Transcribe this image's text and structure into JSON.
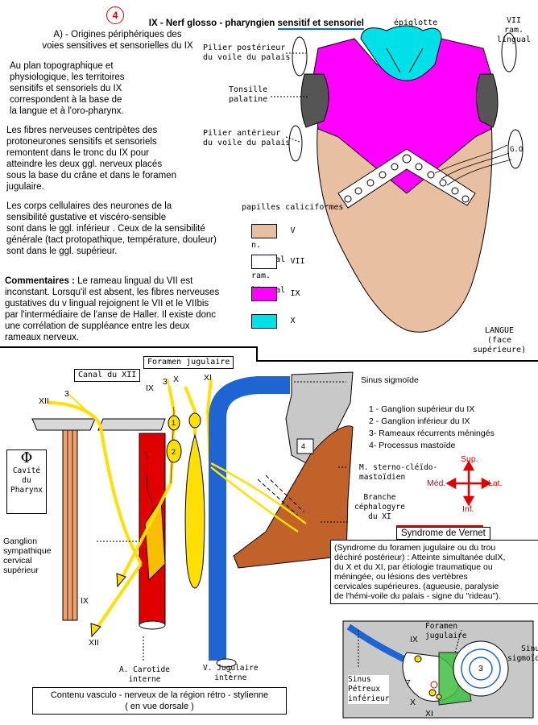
{
  "header": {
    "number": "4",
    "title_prefix": "IX - Nerf glosso - pharyngien ",
    "title_underlined": "sensitif et sensoriel"
  },
  "text_blocks": {
    "section_a": "A) - Origines périphériques  des\nvoies sensitives et sensorielles du IX",
    "p1": "Au plan topographique  et\nphysiologique, les territoires\nsensitifs et sensoriels du IX\ncorrespondent  à la base de\nla langue  et à l'oro-pharynx.",
    "p2": "Les fibres nerveuses centripètes des\nprotoneurones sensitifs et sensoriels\nremontent dans le tronc du IX pour\natteindre les deux ggl. nerveux placés\nsous la base du crâne et dans le foramen\njugulaire.",
    "p3": "Les corps cellulaires des neurones de la\nsensibilité gustative et viscéro-sensible\nsont dans le ggl. inférieur .  Ceux de la sensibilité\ngénérale (tact protopathique, température, douleur)\nsont dans le ggl. supérieur.",
    "comment_label": "Commentaires :",
    "comment": "  Le rameau lingual du VII est\ninconstant. Lorsqu'il est absent, les fibres nerveuses\ngustatives du v  lingual rejoignent le VII et le VIIbis\npar l'intermédiaire de l'anse de Haller.  Il existe donc\nune corrélation de suppléance entre  les deux\nrameaux nerveux."
  },
  "tongue_labels": {
    "epiglotte": "épiglotte",
    "vii_ram": "VII\nram. lingual",
    "pilier_post": "Pilier postérieur\ndu voile du palais",
    "tonsille": "Tonsille\npalatine",
    "pilier_ant": "Pilier antérieur\ndu voile du palais",
    "go": "G.O",
    "papilles": "papilles caliciformes",
    "langue": "LANGUE\n(face supérieure)"
  },
  "legend": [
    {
      "label": "V n. lingual",
      "color": "#e8bfa0"
    },
    {
      "label": "VII ram. lingual",
      "color": "#ffffff"
    },
    {
      "label": "IX",
      "color": "#ff00ff"
    },
    {
      "label": "X",
      "color": "#00e0e8"
    }
  ],
  "bottom": {
    "foramen": "Foramen jugulaire",
    "canal": "Canal du XII",
    "sinus": "Sinus sigmoïde",
    "numbered": [
      "1 - Ganglion supérieur du IX",
      "2 - Ganglion inférieur du IX",
      "3- Rameaux récurrents méningés",
      "4- Processus mastoïde"
    ],
    "nerve_xii": "XII",
    "nerve_ix": "IX",
    "nerve_x": "X",
    "nerve_xi": "XI",
    "n3a": "3",
    "n3b": "3",
    "n1": "1",
    "n2": "2",
    "n4": "4",
    "cavite_symbol": "Φ",
    "cavite": "Cavité\ndu\nPharynx",
    "ganglion": "Ganglion\nsympathique\ncervical\nsupérieur",
    "m_sterno": "M. sterno-cléïdo-\nmastoïdien",
    "branche": "Branche\ncéphalogyre\ndu XI",
    "carotide": "A. Carotide\ninterne",
    "jugulaire": "V. Jugulaire\ninterne",
    "ix_low": "IX",
    "xii_low": "XII",
    "caption": "Contenu vasculo - nerveux de la région rétro - stylienne\n( en vue dorsale )",
    "directions": {
      "sup": "Sup.",
      "inf": "Inf.",
      "med": "Méd.",
      "lat": "Lat."
    }
  },
  "vernet": {
    "title": "Syndrome de Vernet",
    "text": "(Syndrome du foramen jugulaire ou du trou\ndéchiré postérieur) : Atteinte simultanée duIX,\ndu X et du XI, par étiologie traumatique ou\nméningée, ou lésions des vertèbres\ncervicales supérieures. (agueusie,  paralysie\nde l'hémi-voile du palais - signe du \"rideau\").",
    "inset": {
      "foramen": "Foramen\njugulaire",
      "sinus_sig": "Sinus\nsigmoïde",
      "sinus_pet": "Sinus\nPétreux\ninférieur",
      "ix": "IX",
      "x": "X",
      "xi": "XI",
      "n7": "7",
      "n3": "3"
    }
  }
}
